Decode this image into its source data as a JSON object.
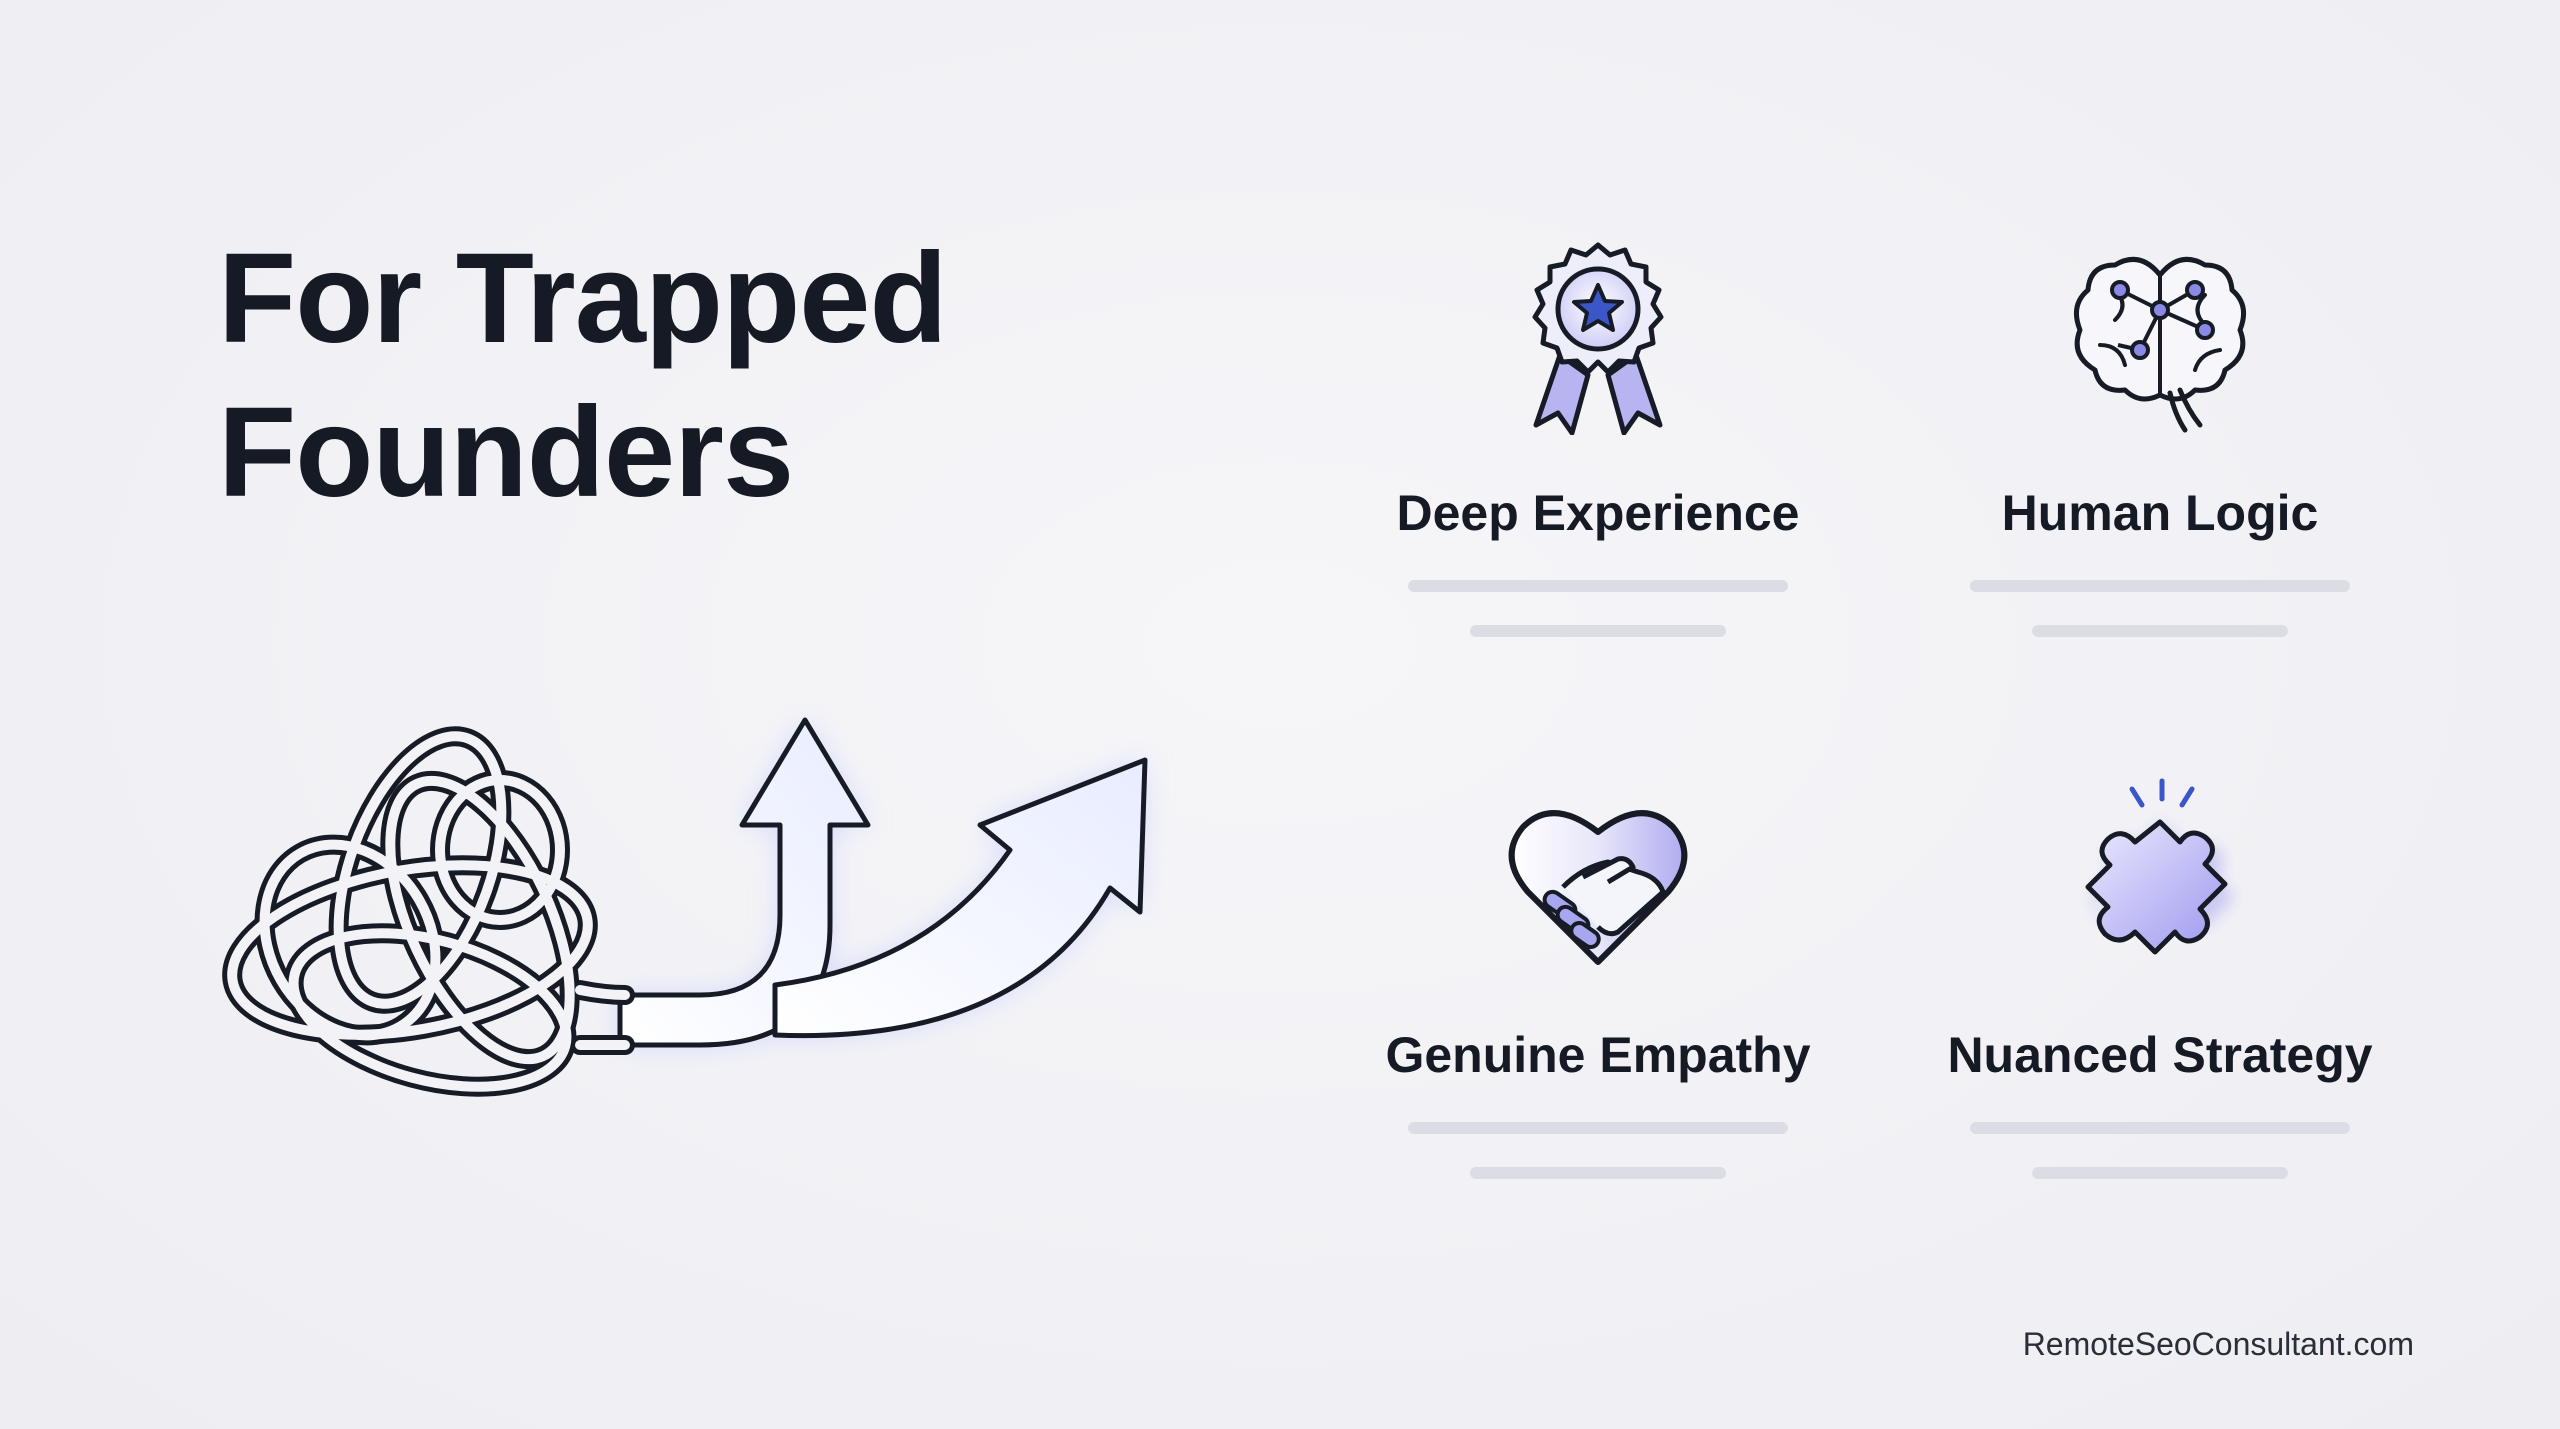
{
  "title": {
    "line1": "For Trapped",
    "line2": "Founders"
  },
  "hero": {
    "knot_icon": "tangled-knot-icon",
    "arrows_icon": "upward-arrows-icon"
  },
  "features": [
    {
      "label": "Deep Experience",
      "icon": "award-ribbon-icon"
    },
    {
      "label": "Human Logic",
      "icon": "brain-network-icon"
    },
    {
      "label": "Genuine Empathy",
      "icon": "heart-handshake-icon"
    },
    {
      "label": "Nuanced Strategy",
      "icon": "puzzle-piece-icon"
    }
  ],
  "footer": {
    "url": "RemoteSeoConsultant.com"
  },
  "colors": {
    "text": "#161a24",
    "accent_lavender": "#a9a6f0",
    "accent_blue": "#3b56c9",
    "placeholder_line": "#dcdde4",
    "background": "#f2f2f6"
  }
}
